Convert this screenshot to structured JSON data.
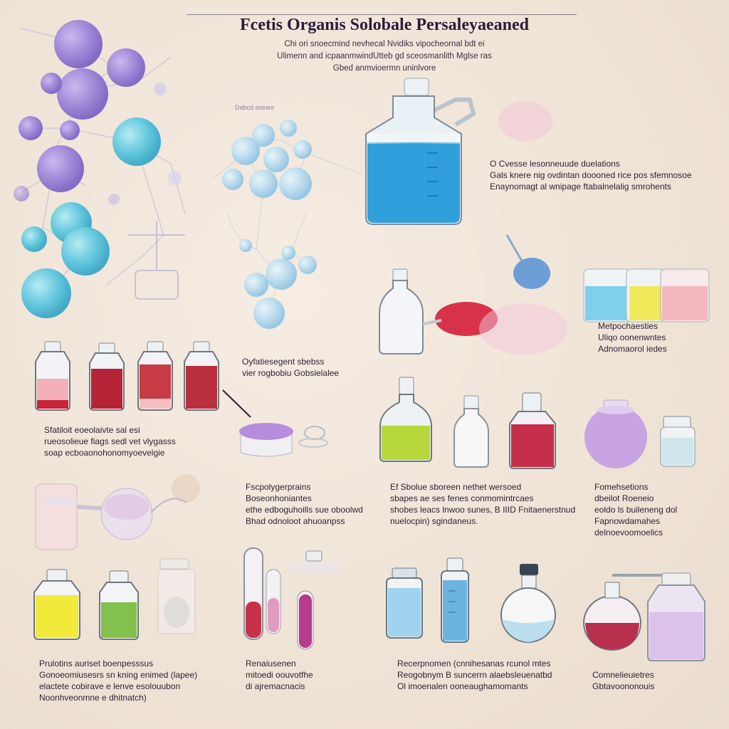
{
  "title": "Fcetis Organis Solobale Persaleyaeaned",
  "subtitle_lines": [
    "Chi ori snoecmind nevhecal Nvidiks vipocheornal bdt ei",
    "Ulimenn and icpaanmwindUtteb gd sceosmanlith Mglse ras",
    "Gbed anmvioermn uninlvore"
  ],
  "molecule_label": "Dabcd sseanr",
  "captions": {
    "top_right": {
      "lines": [
        "O Cvesse lesonneuude duelations",
        "Gals knere nig ovdintan doooned rice pos sfemnosoe",
        "Enaynomagt al wnipage ftabalnelalig smrohents"
      ]
    },
    "mid_right": {
      "lines": [
        "Metpochaesties",
        "Uliqo oonenwntes",
        "Adnomaorol iedes"
      ]
    },
    "mid_center": {
      "lines": [
        "Oyfatiesegent sbebss",
        "vier rogbobiu Gobsielalee"
      ]
    },
    "left_row2": {
      "lines": [
        "Sfatiloit eoeolaivte sal esi",
        "rueosolieue fiags sedl vet vlygasss",
        "soap ecboaonohonomyoevelgie"
      ]
    },
    "left_row3": {
      "lines": [
        "Fscpolygerprains",
        "Boseonhoniantes",
        "ethe edboguhoills sue oboolwd",
        "Bhad odnoloot ahuoanpss"
      ]
    },
    "center_row3": {
      "lines": [
        "Ef Sbolue sboreen nethet wersoed",
        "sbapes ae ses fenes conmomintrcaes",
        "shobes leacs lnwoo sunes, B IIID Fnitaenerstnud",
        "nuelocpin) sgindaneus."
      ]
    },
    "right_row3": {
      "lines": [
        "Fomehsetions",
        "dbeilot Roeneio",
        "eoldo ls buileneng dol",
        "Fapnowdamahes",
        "delnoevoomoelics"
      ]
    },
    "bottom_left": {
      "lines": [
        "Prulotins auriset boenpesssus",
        "Gonoeomiusesrs sn kning enimed (lapee)",
        "elactete cobirave e lenve esolouubon",
        "Noonhveonmne e dhitnatch)"
      ]
    },
    "bottom_center": {
      "lines": [
        "Renaiusenen",
        "mitoedi oouvotfhe",
        "di ajremacnacis"
      ]
    },
    "bottom_right_center": {
      "lines": [
        "Recerpnomen (cnnihesanas rcunol mtes",
        "Reogobnym B suncerrn alaebsleuenatbd",
        "Ol imoenalen ooneaughamomants"
      ]
    },
    "bottom_right": {
      "lines": [
        "Comnelieuietres",
        "Gbtavoononouis"
      ]
    }
  },
  "colors": {
    "purple_sphere": "#9b86d9",
    "cyan_sphere": "#5fc6dd",
    "light_blue_sphere": "#a9d3ee",
    "blue_liquid": "#2f9fd8",
    "red_liquid": "#b8263a",
    "pink_liquid": "#f0a5ad",
    "yellow_liquid": "#f1ea3a",
    "green_liquid": "#8bc24c",
    "lime_liquid": "#b6d83a"
  },
  "icons": [
    "molecule-cluster-icon",
    "flask-icon",
    "bottle-icon",
    "test-tube-icon",
    "beaker-icon"
  ]
}
